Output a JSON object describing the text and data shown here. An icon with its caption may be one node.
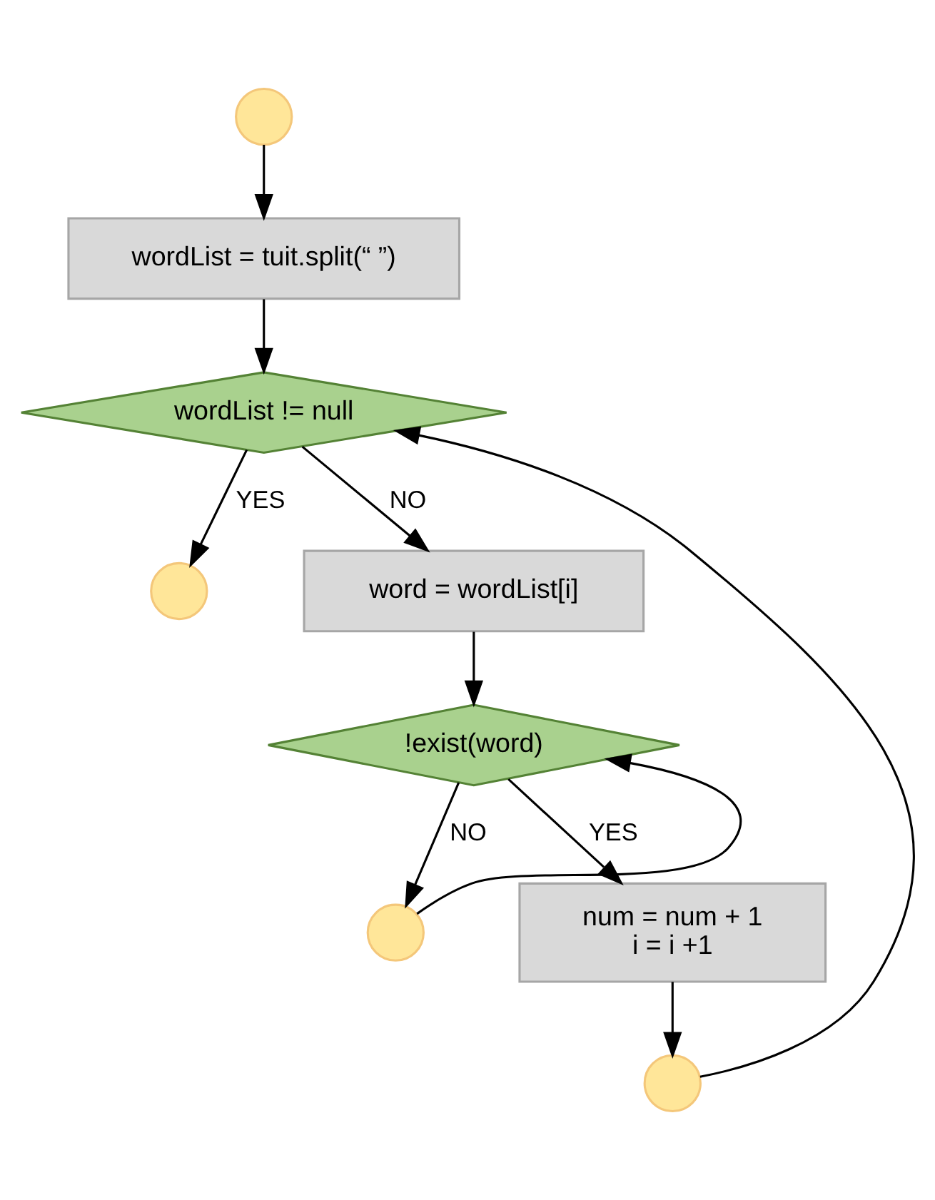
{
  "diagram": {
    "nodes": [
      {
        "text": [],
        "shape": "circle"
      },
      {
        "text": [
          "wordList = tuit.split(“ ”)"
        ]
      },
      {
        "text": [
          "wordList != null"
        ]
      },
      {
        "text": [],
        "shape": "circle"
      },
      {
        "text": [
          "word = wordList[i]"
        ]
      },
      {
        "text": [
          "!exist(word)"
        ]
      },
      {
        "text": [],
        "shape": "circle"
      },
      {
        "text": [
          "num = num + 1",
          "i = i +1"
        ]
      },
      {
        "text": [],
        "shape": "circle"
      }
    ],
    "edges": [
      {
        "from": 0,
        "to": 1,
        "arrow": "to"
      },
      {
        "from": 1,
        "to": 2,
        "arrow": "to"
      },
      {
        "from": 2,
        "to": 3,
        "arrow": "to",
        "label": "YES"
      },
      {
        "from": 2,
        "to": 4,
        "arrow": "to",
        "label": "NO"
      },
      {
        "from": 4,
        "to": 5,
        "arrow": "to"
      },
      {
        "from": 5,
        "to": 7,
        "arrow": "to",
        "label": "YES"
      },
      {
        "from": 5,
        "to": 6,
        "arrow": "to",
        "label": "NO"
      },
      {
        "from": 6,
        "to": 5,
        "arrow": "to"
      },
      {
        "from": 7,
        "to": 8,
        "arrow": "to"
      },
      {
        "from": 8,
        "to": 2,
        "arrow": "to"
      }
    ]
  }
}
